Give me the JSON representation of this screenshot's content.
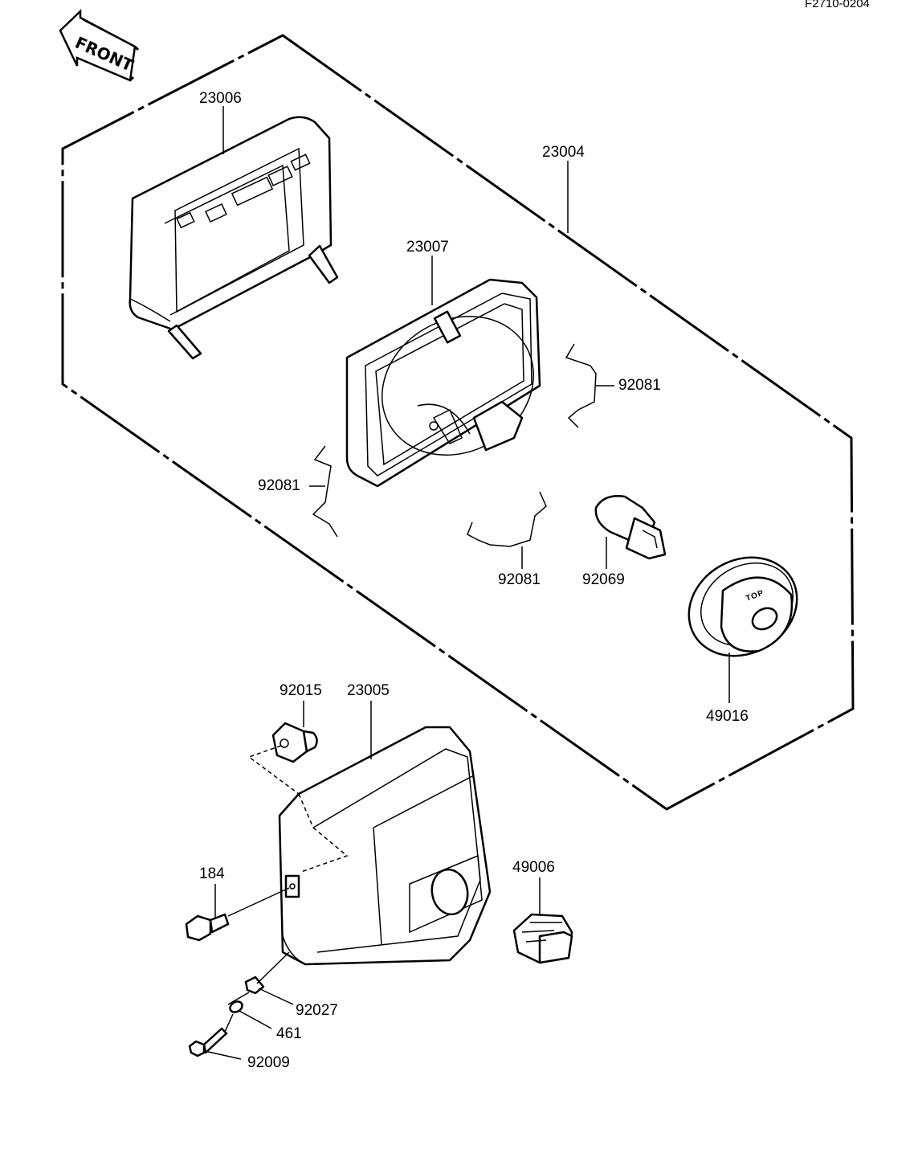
{
  "reference_code": "F2710-0204",
  "front_label": "FRONT",
  "top_marking": "TOP",
  "parts": {
    "p23006": "23006",
    "p23004": "23004",
    "p23007": "23007",
    "p92081_right": "92081",
    "p92081_left": "92081",
    "p92081_bottom": "92081",
    "p92069": "92069",
    "p49016": "49016",
    "p92015": "92015",
    "p23005": "23005",
    "p184": "184",
    "p49006": "49006",
    "p92027": "92027",
    "p461": "461",
    "p92009": "92009"
  }
}
